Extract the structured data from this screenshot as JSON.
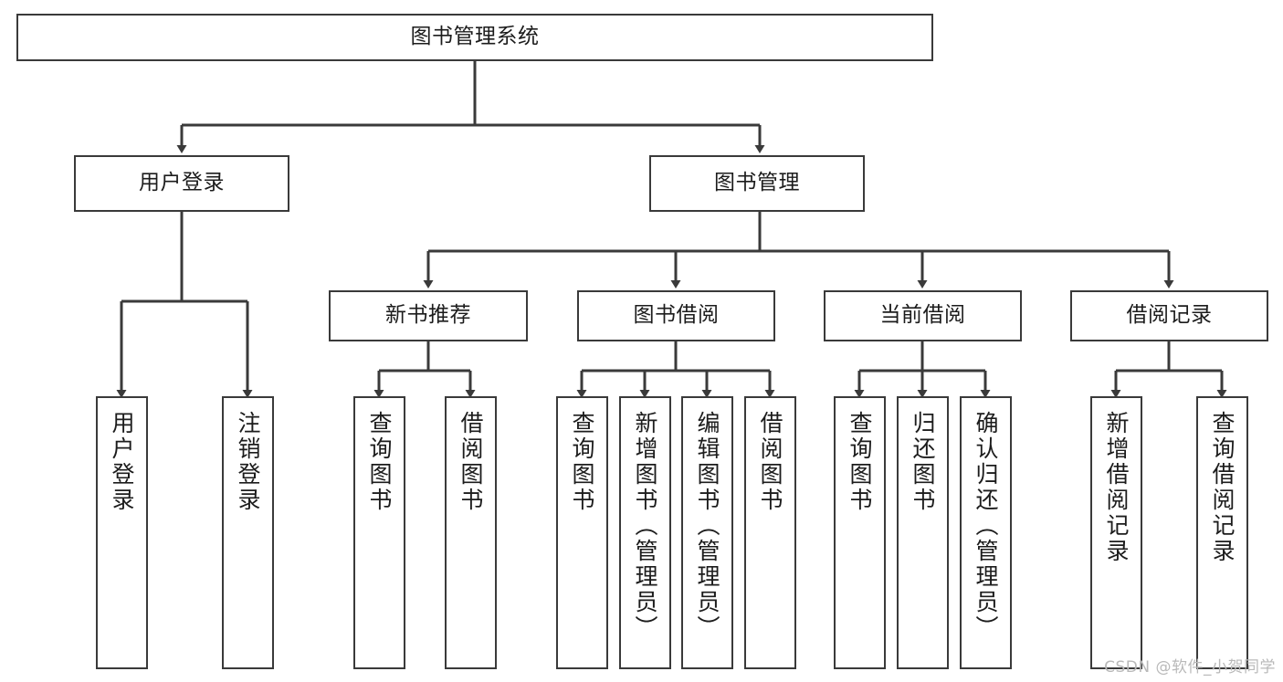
{
  "diagram": {
    "title": "图书管理系统",
    "type": "tree-hierarchy-chart",
    "line_color": "#3a3a3a",
    "box_fill": "#ffffff",
    "background": "#ffffff"
  },
  "watermark": {
    "text": "CSDN @软件_小贺同学"
  },
  "nodes": {
    "root": {
      "label": "图书管理系统"
    },
    "level1": [
      {
        "id": "user-login",
        "label": "用户登录"
      },
      {
        "id": "book-management",
        "label": "图书管理"
      }
    ],
    "level2": [
      {
        "id": "new-book-recommend",
        "label": "新书推荐"
      },
      {
        "id": "book-borrow",
        "label": "图书借阅"
      },
      {
        "id": "current-borrow",
        "label": "当前借阅"
      },
      {
        "id": "borrow-record",
        "label": "借阅记录"
      }
    ],
    "leaves": {
      "user_login": [
        {
          "id": "leaf-user-login",
          "label": "用户登录"
        },
        {
          "id": "leaf-logout-login",
          "label": "注销登录"
        }
      ],
      "new_book_recommend": [
        {
          "id": "leaf-query-book-1",
          "label": "查询图书"
        },
        {
          "id": "leaf-borrow-book-1",
          "label": "借阅图书"
        }
      ],
      "book_borrow": [
        {
          "id": "leaf-query-book-2",
          "label": "查询图书"
        },
        {
          "id": "leaf-add-book",
          "label": "新增图书（管理员）"
        },
        {
          "id": "leaf-edit-book",
          "label": "编辑图书（管理员）"
        },
        {
          "id": "leaf-borrow-book-2",
          "label": "借阅图书"
        }
      ],
      "current_borrow": [
        {
          "id": "leaf-query-book-3",
          "label": "查询图书"
        },
        {
          "id": "leaf-return-book",
          "label": "归还图书"
        },
        {
          "id": "leaf-confirm-return",
          "label": "确认归还（管理员）"
        }
      ],
      "borrow_record": [
        {
          "id": "leaf-add-record",
          "label": "新增借阅记录"
        },
        {
          "id": "leaf-query-record",
          "label": "查询借阅记录"
        }
      ]
    }
  }
}
